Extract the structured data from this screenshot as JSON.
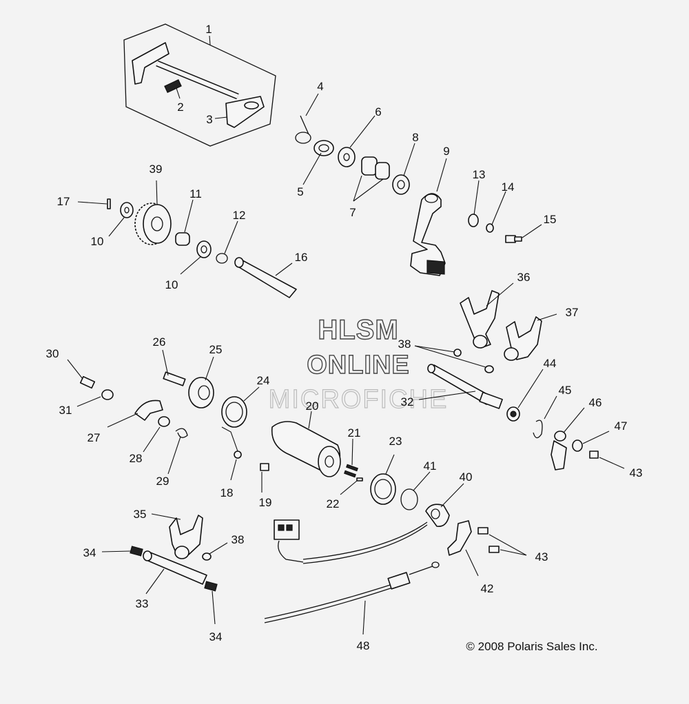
{
  "watermark": {
    "line1": "HLSM",
    "line2": "ONLINE",
    "line3": "MICROFICHE"
  },
  "copyright": "© 2008 Polaris Sales Inc.",
  "callouts": {
    "c1": "1",
    "c2": "2",
    "c3": "3",
    "c4": "4",
    "c5": "5",
    "c6": "6",
    "c7": "7",
    "c8": "8",
    "c9": "9",
    "c10a": "10",
    "c10b": "10",
    "c11": "11",
    "c12": "12",
    "c13": "13",
    "c14": "14",
    "c15": "15",
    "c16": "16",
    "c17": "17",
    "c18": "18",
    "c19": "19",
    "c20": "20",
    "c21": "21",
    "c22": "22",
    "c23": "23",
    "c24": "24",
    "c25": "25",
    "c26": "26",
    "c27": "27",
    "c28": "28",
    "c29": "29",
    "c30": "30",
    "c31": "31",
    "c32": "32",
    "c33": "33",
    "c34a": "34",
    "c34b": "34",
    "c35": "35",
    "c36": "36",
    "c37": "37",
    "c38a": "38",
    "c38b": "38",
    "c39": "39",
    "c40": "40",
    "c41": "41",
    "c42": "42",
    "c43a": "43",
    "c43b": "43",
    "c44": "44",
    "c45": "45",
    "c46": "46",
    "c47": "47",
    "c48": "48"
  }
}
